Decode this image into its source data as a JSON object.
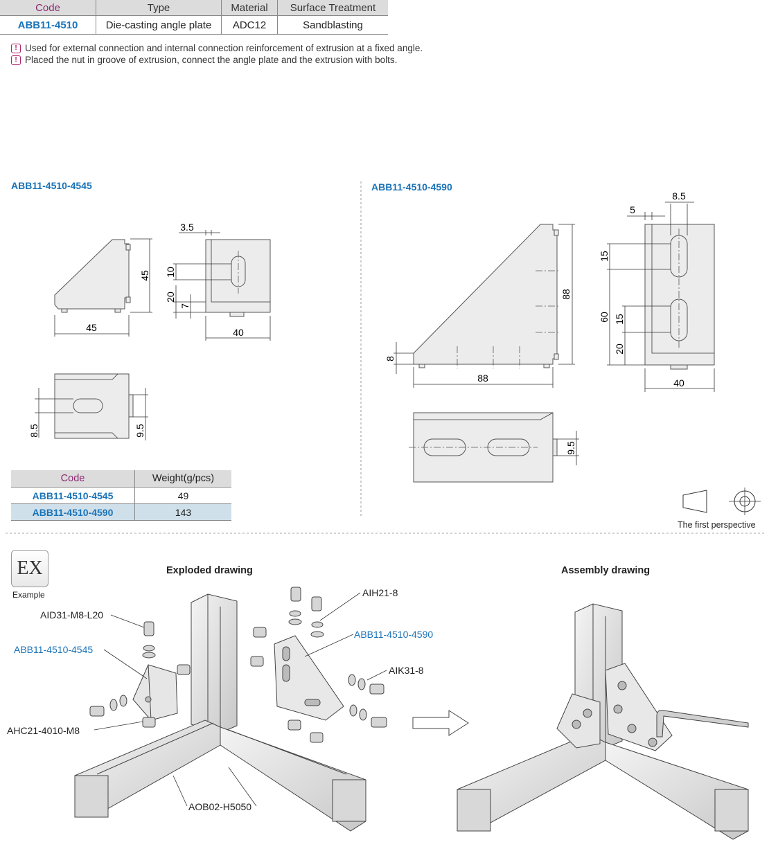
{
  "spec_table": {
    "headers": [
      "Code",
      "Type",
      "Material",
      "Surface Treatment"
    ],
    "row": [
      "ABB11-4510",
      "Die-casting angle plate",
      "ADC12",
      "Sandblasting"
    ]
  },
  "notes": [
    "Used for external connection and internal connection reinforcement of extrusion at a fixed angle.",
    "Placed the nut in groove of extrusion, connect the angle plate and the extrusion with bolts."
  ],
  "part_small": {
    "title": "ABB11-4510-4545",
    "dims": {
      "a": "3.5",
      "b": "45",
      "c": "10",
      "d": "20",
      "e": "7",
      "f": "45",
      "g": "40",
      "h": "8.5",
      "i": "9.5"
    }
  },
  "part_large": {
    "title": "ABB11-4510-4590",
    "dims": {
      "a": "8.5",
      "b": "5",
      "c": "15",
      "d": "88",
      "e": "15",
      "f": "60",
      "g": "20",
      "h": "8",
      "i": "88",
      "j": "40",
      "k": "9.5"
    }
  },
  "weight_table": {
    "headers": [
      "Code",
      "Weight(g/pcs)"
    ],
    "rows": [
      [
        "ABB11-4510-4545",
        "49"
      ],
      [
        "ABB11-4510-4590",
        "143"
      ]
    ]
  },
  "perspective_label": "The first perspective",
  "example": {
    "badge": "EX",
    "badge_label": "Example",
    "exploded_title": "Exploded drawing",
    "assembly_title": "Assembly drawing",
    "callouts": {
      "aid31": "AID31-M8-L20",
      "abb4545": "ABB11-4510-4545",
      "ahc21": "AHC21-4010-M8",
      "aih21": "AIH21-8",
      "abb4590": "ABB11-4510-4590",
      "aik31": "AIK31-8",
      "aob02": "AOB02-H5050"
    }
  }
}
